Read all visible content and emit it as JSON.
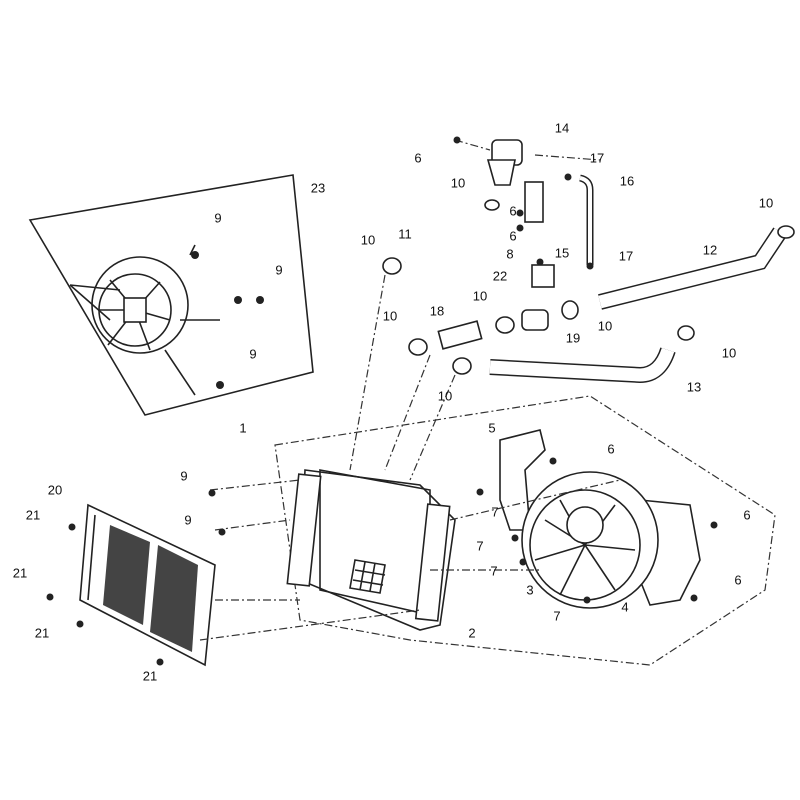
{
  "diagram": {
    "title": "",
    "callouts": [
      "14",
      "6",
      "17",
      "16",
      "23",
      "10",
      "10",
      "9",
      "6",
      "6",
      "11",
      "10",
      "15",
      "8",
      "17",
      "12",
      "9",
      "22",
      "10",
      "18",
      "10",
      "19",
      "10",
      "10",
      "9",
      "10",
      "13",
      "1",
      "5",
      "6",
      "9",
      "20",
      "7",
      "6",
      "9",
      "21",
      "7",
      "7",
      "3",
      "21",
      "6",
      "4",
      "7",
      "2",
      "21",
      "21"
    ]
  }
}
